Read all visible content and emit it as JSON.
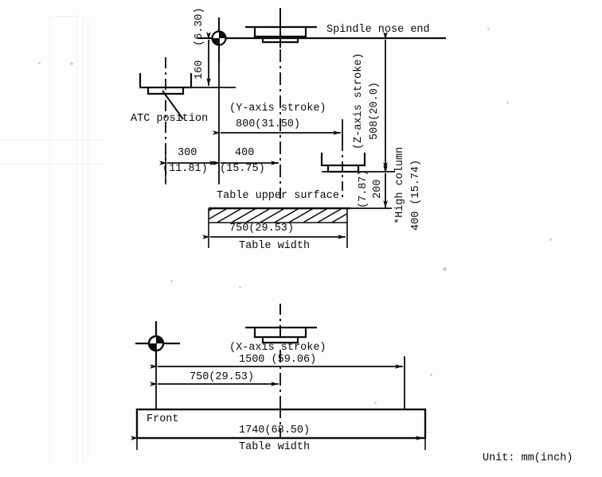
{
  "document": {
    "type": "machine-tool dimensional drawing",
    "footer_note": "Unit: mm(inch)"
  },
  "top_view": {
    "spindle_nose_label": "Spindle nose end",
    "atc_label": "ATC position",
    "table_upper_surface_label": "Table upper surface",
    "table_width_label": "Table width",
    "y_stroke_title": "(Y-axis stroke)",
    "y_stroke_value": "800(31.50)",
    "dim_160": "160",
    "dim_160_inch": "(6.30)",
    "dim_300": "300",
    "dim_300_inch": "(11.81)",
    "dim_400": "400",
    "dim_400_inch": "(15.75)",
    "z_stroke_title": "(Z-axis stroke)",
    "z_stroke_value": "508(20.0)",
    "dim_200": "200",
    "dim_200_inch": "(7.87)",
    "high_column_label": "*High column",
    "high_column_value": "400 (15.74)",
    "table_width_value": "750(29.53)"
  },
  "bottom_view": {
    "x_stroke_title": "(X-axis stroke)",
    "x_stroke_value": "1500 (59.06)",
    "half_travel_value": "750(29.53)",
    "front_label": "Front",
    "table_width_value": "1740(68.50)",
    "table_width_label": "Table width"
  },
  "colors": {
    "ink": "#0c0c0c",
    "paper": "#fdfdfd",
    "artifact": "#f0f0ee"
  }
}
